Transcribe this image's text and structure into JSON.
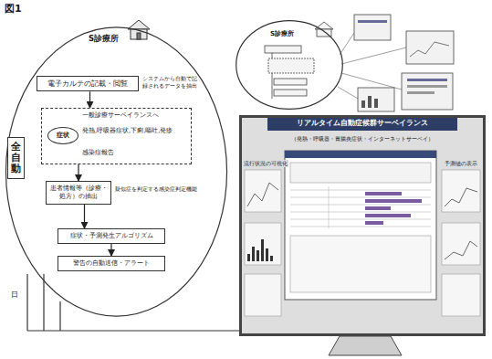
{
  "diagram": {
    "title": "図1",
    "nodes": [
      {
        "text": [
          "S診療所"
        ]
      },
      {
        "text": [
          "電子カルテの記載・閲覧"
        ],
        "in": 0
      },
      {
        "text": [
          "一般診療サーベイランスへ",
          "発熱,呼吸器症状,下痢,嘔吐,発疹",
          "感染症報告"
        ],
        "in": 0
      },
      {
        "text": [
          "症状"
        ],
        "in": 2
      },
      {
        "text": [
          "患者情報等（診療・処方）の抽出"
        ],
        "in": 0
      },
      {
        "text": [
          "症状・予測発生アルゴリズム"
        ],
        "in": 0
      },
      {
        "text": [
          "警告の自動送信・アラート"
        ],
        "in": 0
      },
      {
        "text": [
          "全自動"
        ]
      },
      {
        "text": [
          "S診療所"
        ]
      },
      {
        "text": [
          "リアルタイム自動症候群サーベイランス",
          "（発熱・呼吸器・胃腸炎症状・インターネットサーベイ）"
        ]
      }
    ],
    "edges": [
      {
        "from": 1,
        "to": 2,
        "arrow": "to"
      },
      {
        "from": 2,
        "to": 4,
        "arrow": "to"
      },
      {
        "from": 4,
        "to": 5,
        "arrow": "to"
      },
      {
        "from": 5,
        "to": 6,
        "arrow": "to"
      }
    ],
    "labels": [
      "システムから自動で記録されるデータを抽出",
      "疑似症を判定する感染症判定機能",
      "日",
      "流行状況の可視化",
      "予測値の表示"
    ]
  }
}
